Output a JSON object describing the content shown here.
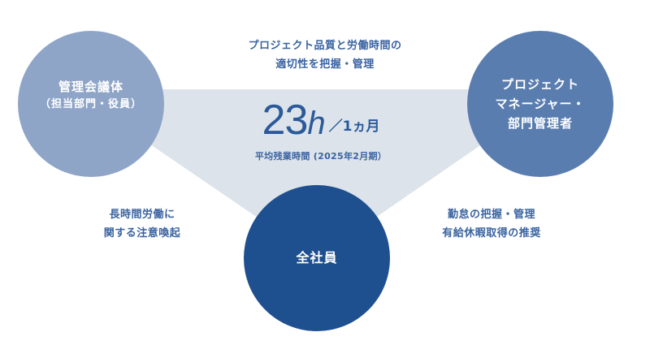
{
  "diagram": {
    "colors": {
      "background": "#ffffff",
      "triangle": "#dde3ea",
      "circle_left": "#8fa5c8",
      "circle_right": "#5a7db0",
      "circle_bottom": "#1e4f8f",
      "text_accent": "#3a63a0",
      "metric_text": "#2a5a9a",
      "circle_text": "#ffffff"
    },
    "nodes": {
      "left": {
        "title": "管理会議体",
        "subtitle": "（担当部門・役員）"
      },
      "right": {
        "line1": "プロジェクト",
        "line2": "マネージャー・",
        "line3": "部門管理者"
      },
      "bottom": {
        "title": "全社員"
      }
    },
    "edges": {
      "top": {
        "line1": "プロジェクト品質と労働時間の",
        "line2": "適切性を把握・管理"
      },
      "left": {
        "line1": "長時間労働に",
        "line2": "関する注意喚起"
      },
      "right": {
        "line1": "勤怠の把握・管理",
        "line2": "有給休暇取得の推奨"
      }
    },
    "metric": {
      "value": "23",
      "unit": "h",
      "per": "／1ヵ月",
      "caption": "平均残業時間 (2025年2月期）"
    }
  }
}
